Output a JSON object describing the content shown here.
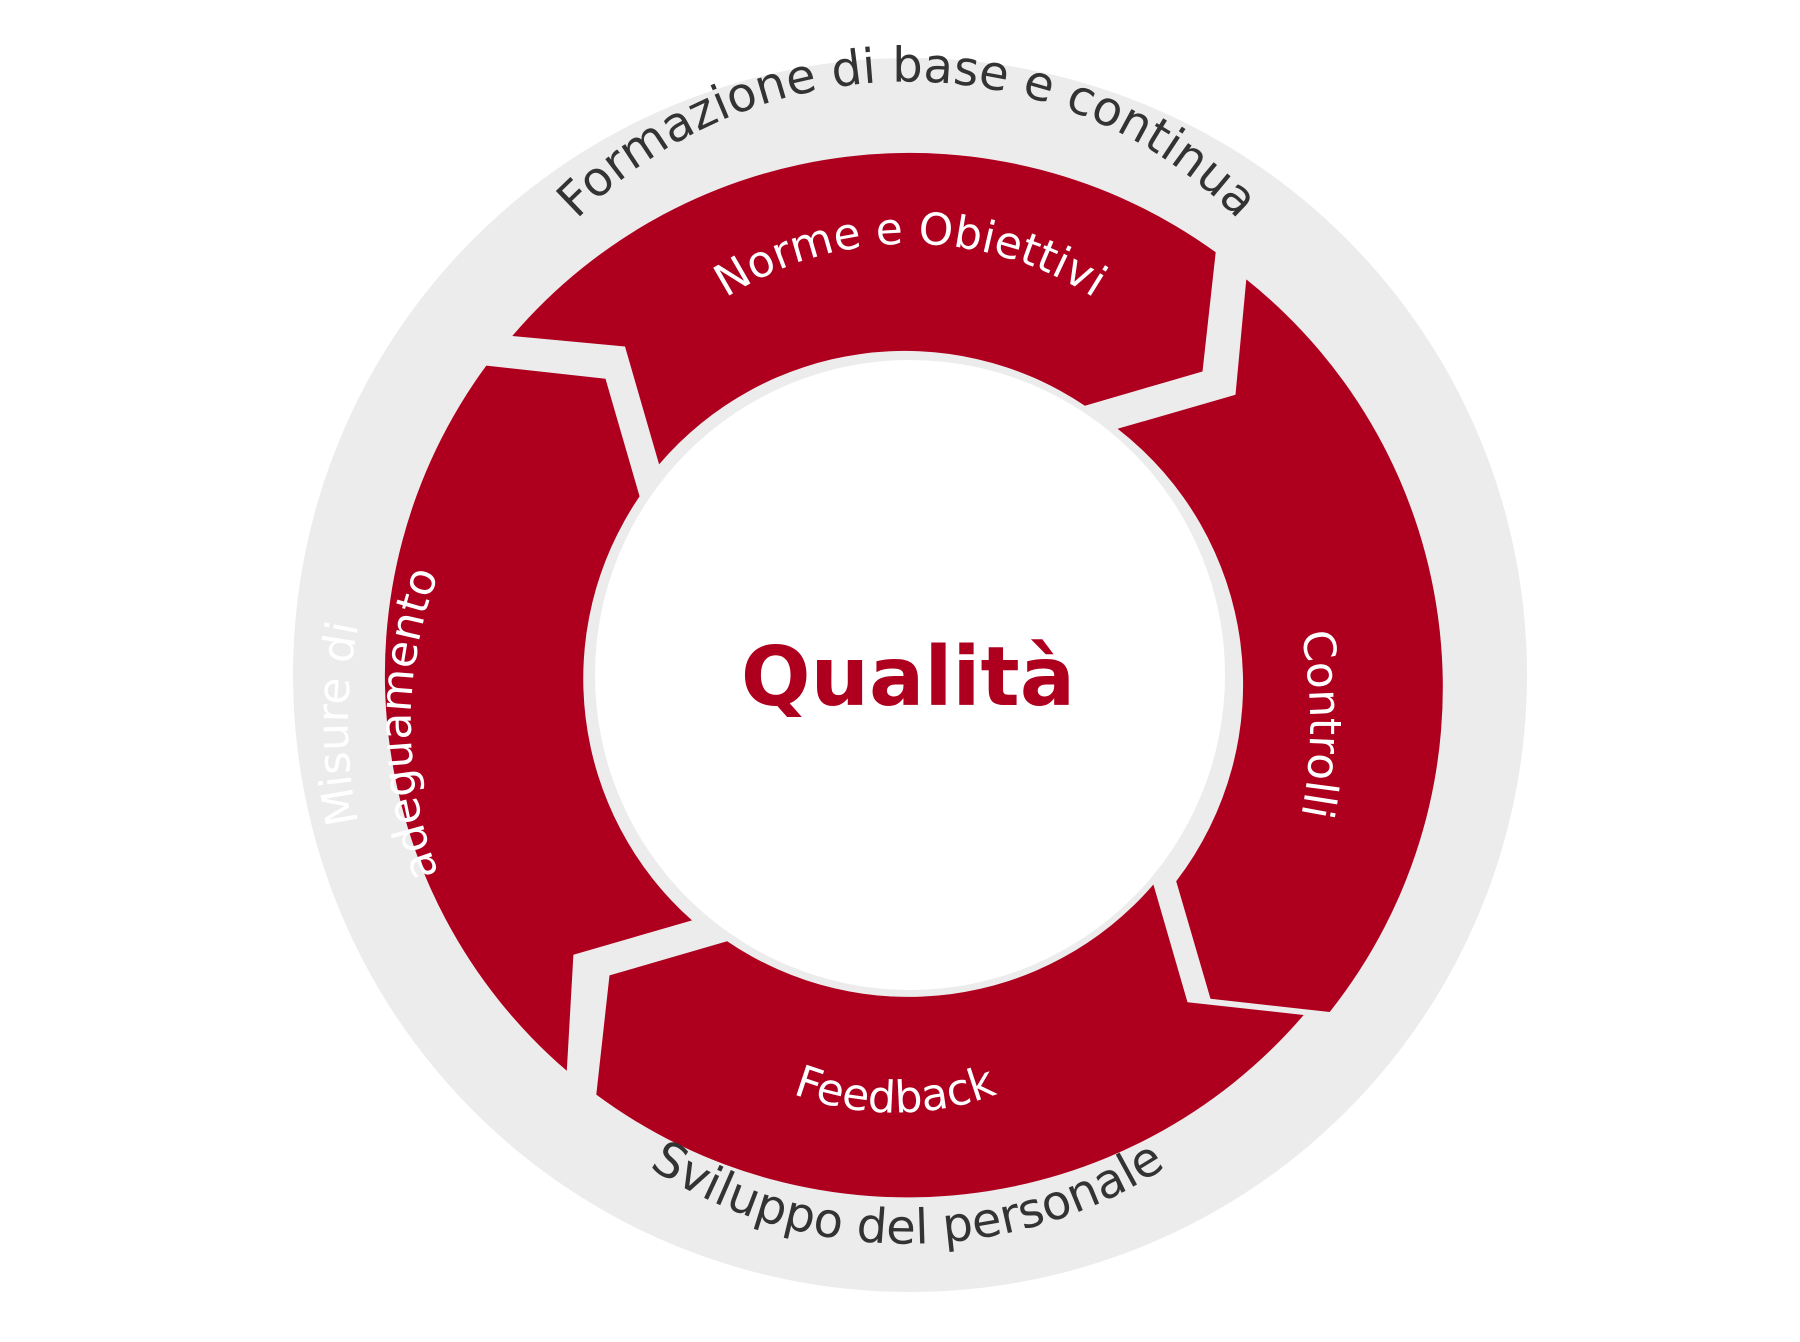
{
  "colors": {
    "ring": "#ececec",
    "segment": "#ae001e",
    "center_text": "#ae001e",
    "outer_text": "#333333",
    "segment_text": "#ffffff",
    "background": "#ffffff"
  },
  "outer_ring": {
    "top_label": "Formazione di base e continua",
    "bottom_label": "Sviluppo del personale"
  },
  "segments": {
    "norme": "Norme e Obiettivi",
    "controlli": "Controlli",
    "feedback": "Feedback",
    "misure_line1": "Misure di",
    "misure_line2": "adeguamento"
  },
  "center": {
    "label": "Qualità"
  }
}
